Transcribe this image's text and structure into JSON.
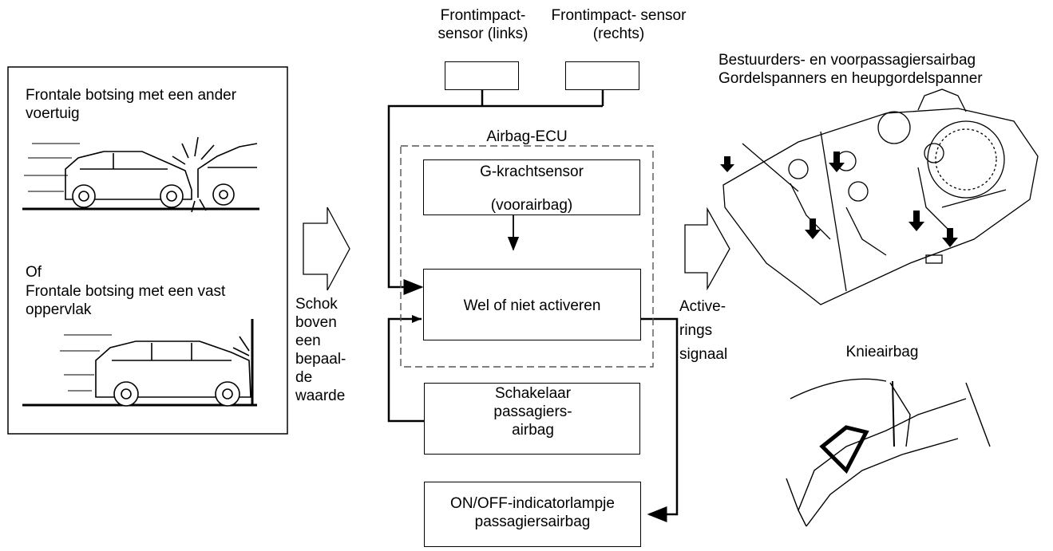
{
  "left_panel": {
    "scenario1_label": "Frontale botsing met een ander voertuig",
    "or_label": "Of",
    "scenario2_label": "Frontale botsing met een vast oppervlak"
  },
  "arrow1_label": "Schok boven een bepaal- de waarde",
  "sensors": {
    "left_label": "Frontimpact- sensor (links)",
    "right_label": "Frontimpact- sensor (rechts)"
  },
  "ecu": {
    "title": "Airbag-ECU",
    "gsensor_line1": "G-krachtsensor",
    "gsensor_line2": "(voorairbag)",
    "decision_label": "Wel of niet activeren"
  },
  "passenger_switch_label": "Schakelaar passagiers- airbag",
  "indicator_label": "ON/OFF-indicatorlampje passagiersairbag",
  "arrow2_label": "Active- rings signaal",
  "right_panel": {
    "airbags_label": "Bestuurders- en voorpassagiersairbag Gordelspanners en heupgordelspanner",
    "knee_label": "Knieairbag"
  }
}
